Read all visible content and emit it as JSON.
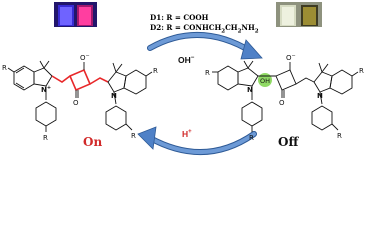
{
  "legend": {
    "d1_label": "D1: R = COOH",
    "d2_label": "D2: R = CONHCH",
    "d2_tail": "CH",
    "d2_end": "NH",
    "sub2": "2"
  },
  "states": {
    "on": "On",
    "off": "Off"
  },
  "arrows": {
    "forward_reagent": "OH",
    "forward_charge": "−",
    "reverse_reagent": "H",
    "reverse_charge": "+"
  },
  "molecule_left": {
    "oxide_label": "O",
    "oxide_charge": "−",
    "carbonyl_label": "O",
    "n_left": "N",
    "n_left_charge": "+",
    "n_right": "N",
    "r_top_left": "R",
    "r_top_right": "R",
    "r_bottom_left": "R",
    "r_bottom_right": "R"
  },
  "molecule_right": {
    "oxide_label": "O",
    "oxide_charge": "−",
    "carbonyl_label": "O",
    "hydroxyl_label": "OH",
    "n_left": "N",
    "n_right": "N",
    "r_top_left": "R",
    "r_top_right": "R",
    "r_bottom_left": "R",
    "r_bottom_right": "R"
  },
  "colors": {
    "conjugation_on": "#e8282a",
    "arrow_fill": "#4f81c7",
    "arrow_edge": "#2e5a96",
    "on_label": "#d12a2a",
    "off_label": "#111111",
    "oh_highlight": "#7cd44a",
    "vial_left_blue_glow": "#5a4bff",
    "vial_left_pink_glow": "#ff3ea0",
    "vial_right_pale": "#dfe6c9",
    "vial_right_yellow": "#b6a43a"
  }
}
